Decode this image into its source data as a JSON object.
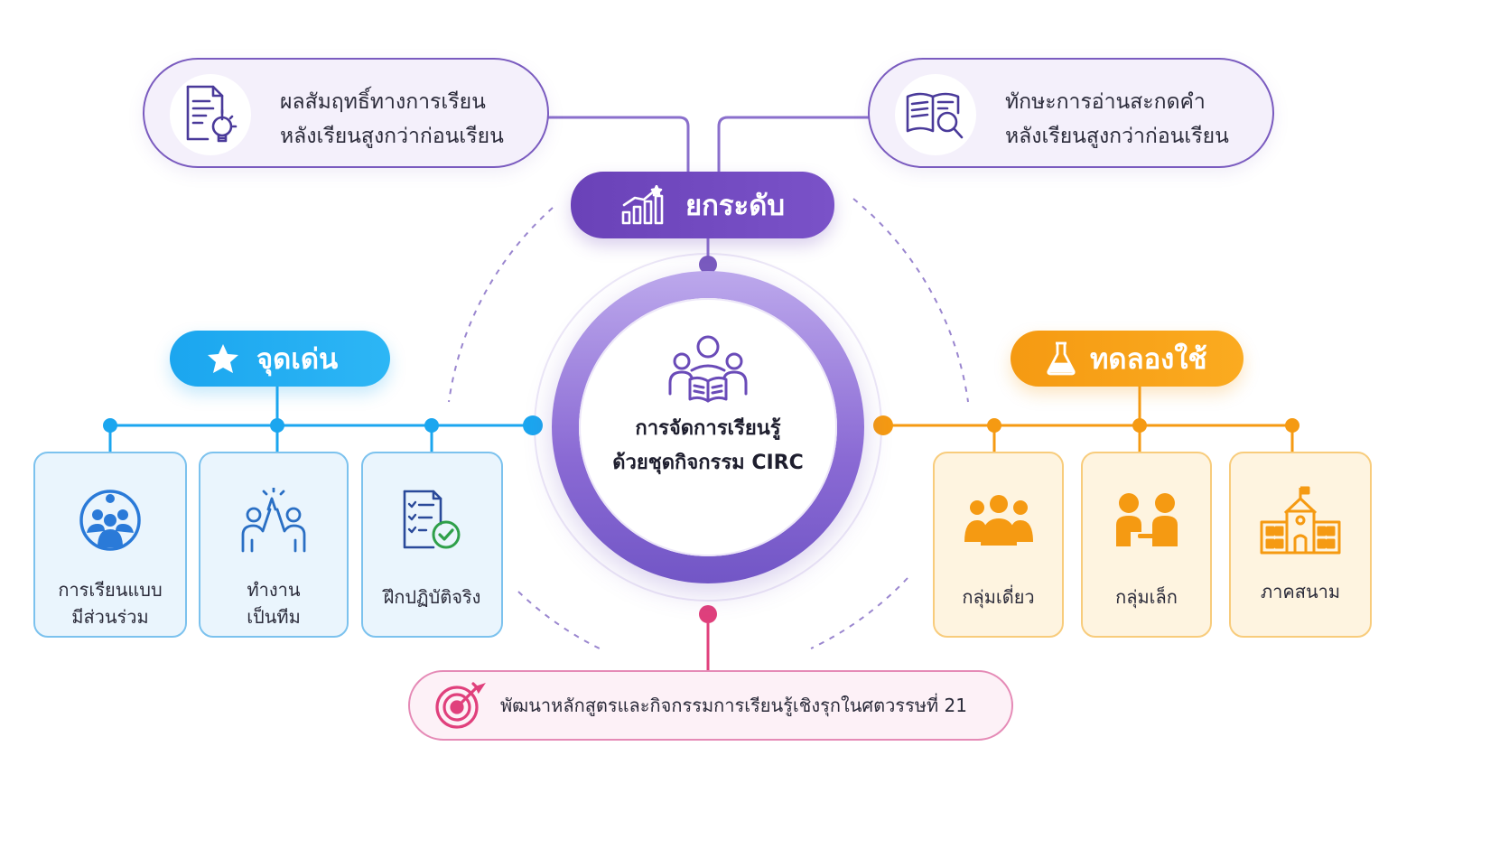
{
  "center": {
    "title": "การจัดการเรียนรู้\nด้วยชุดกิจกรรม CIRC",
    "icon": "reading-group-icon",
    "color": "#7a5bbf"
  },
  "upgrade": {
    "label": "ยกระดับ",
    "icon": "growth-chart-icon",
    "color": "#6a42b8",
    "outcomes": [
      {
        "text": "ผลสัมฤทธิ์ทางการเรียน\nหลังเรียนสูงกว่าก่อนเรียน",
        "icon": "document-lightbulb-icon"
      },
      {
        "text": "ทักษะการอ่านสะกดคำ\nหลังเรียนสูงกว่าก่อนเรียน",
        "icon": "book-magnifier-icon"
      }
    ]
  },
  "highlights": {
    "label": "จุดเด่น",
    "icon": "star-icon",
    "color": "#1ba6ef",
    "items": [
      {
        "label": "การเรียนแบบ\nมีส่วนร่วม",
        "icon": "participation-group-icon"
      },
      {
        "label": "ทำงาน\nเป็นทีม",
        "icon": "high-five-icon"
      },
      {
        "label": "ฝึกปฏิบัติจริง",
        "icon": "checklist-icon"
      }
    ]
  },
  "trial": {
    "label": "ทดลองใช้",
    "icon": "flask-icon",
    "color": "#f59a12",
    "items": [
      {
        "label": "กลุ่มเดี่ยว",
        "icon": "people-group-icon"
      },
      {
        "label": "กลุ่มเล็ก",
        "icon": "pair-icon"
      },
      {
        "label": "ภาคสนาม",
        "icon": "school-building-icon"
      }
    ]
  },
  "goal": {
    "text": "พัฒนาหลักสูตรและกิจกรรมการเรียนรู้เชิงรุกในศตวรรษที่ 21",
    "icon": "target-icon",
    "color": "#e0407c"
  }
}
